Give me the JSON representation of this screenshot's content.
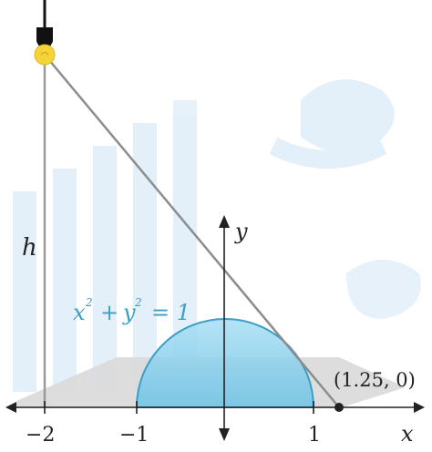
{
  "diagram": {
    "height_label": "h",
    "x_axis_label": "x",
    "y_axis_label": "y",
    "circle_equation": {
      "x": "x",
      "exp1": "2",
      "plus": "+",
      "y": "y",
      "exp2": "2",
      "eq": "= 1"
    },
    "point_label": "(1.25, 0)",
    "ticks": {
      "neg2": "−2",
      "neg1": "−1",
      "pos1": "1"
    }
  },
  "colors": {
    "semicircle_fill": "#8fd3ee",
    "semicircle_stroke": "#3a9ec6",
    "equation": "#3a9ec6",
    "bulb": "#f5d43a",
    "ray": "#8c8c8c",
    "shadow": "#d9d9d9"
  },
  "icons": {
    "light": "light-bulb-icon"
  }
}
